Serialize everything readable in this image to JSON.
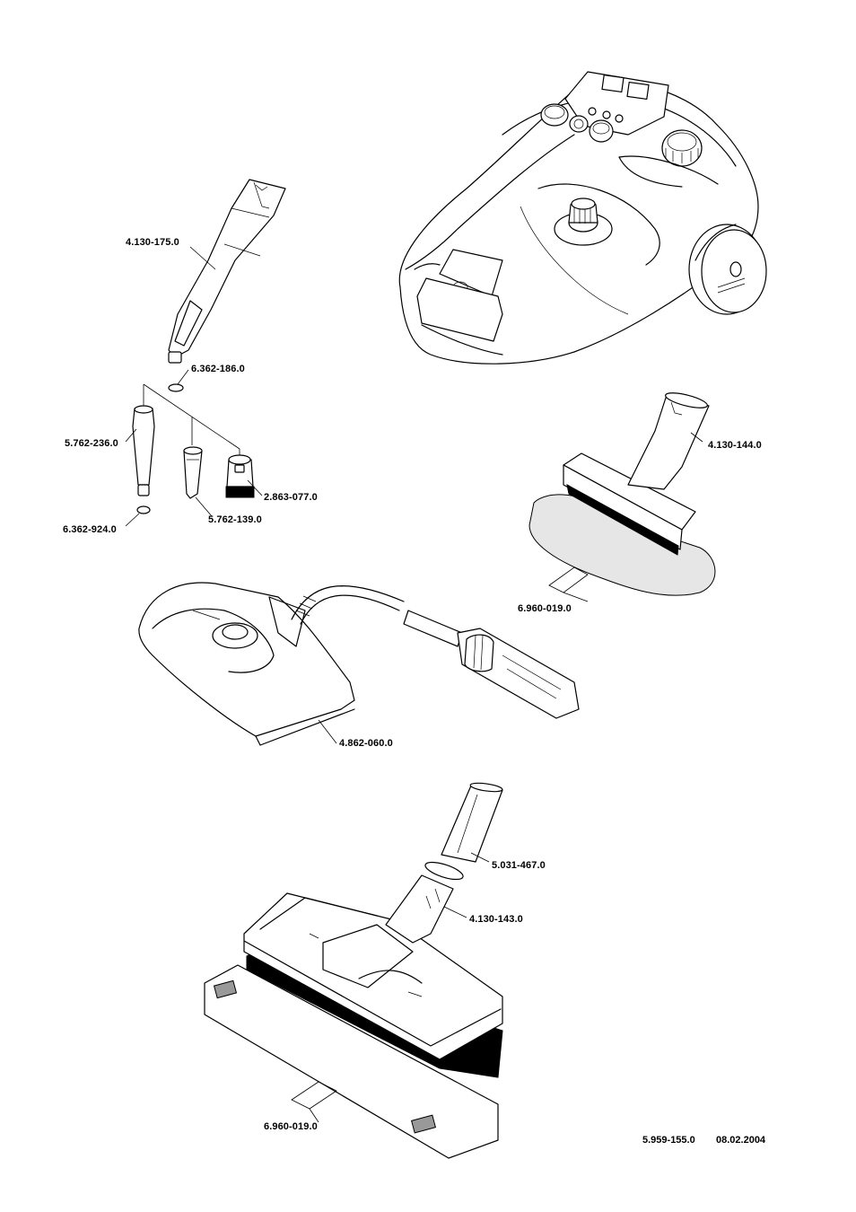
{
  "parts": [
    {
      "id": "p1",
      "number": "4.130-175.0",
      "desc": "detail-nozzle"
    },
    {
      "id": "p2",
      "number": "6.362-186.0",
      "desc": "o-ring"
    },
    {
      "id": "p3",
      "number": "5.762-236.0",
      "desc": "power-nozzle"
    },
    {
      "id": "p4",
      "number": "2.863-077.0",
      "desc": "round-brush"
    },
    {
      "id": "p5",
      "number": "6.362-924.0",
      "desc": "o-ring"
    },
    {
      "id": "p6",
      "number": "5.762-139.0",
      "desc": "nozzle-tip"
    },
    {
      "id": "p7",
      "number": "4.130-144.0",
      "desc": "hand-nozzle"
    },
    {
      "id": "p8",
      "number": "6.960-019.0",
      "desc": "terry-cloth-cover"
    },
    {
      "id": "p9",
      "number": "4.862-060.0",
      "desc": "steam-iron"
    },
    {
      "id": "p10",
      "number": "5.031-467.0",
      "desc": "extension-tube"
    },
    {
      "id": "p11",
      "number": "4.130-143.0",
      "desc": "floor-nozzle"
    },
    {
      "id": "p12",
      "number": "6.960-019.0",
      "desc": "floor-cloth"
    }
  ],
  "footer": {
    "doc_number": "5.959-155.0",
    "date": "08.02.2004"
  }
}
